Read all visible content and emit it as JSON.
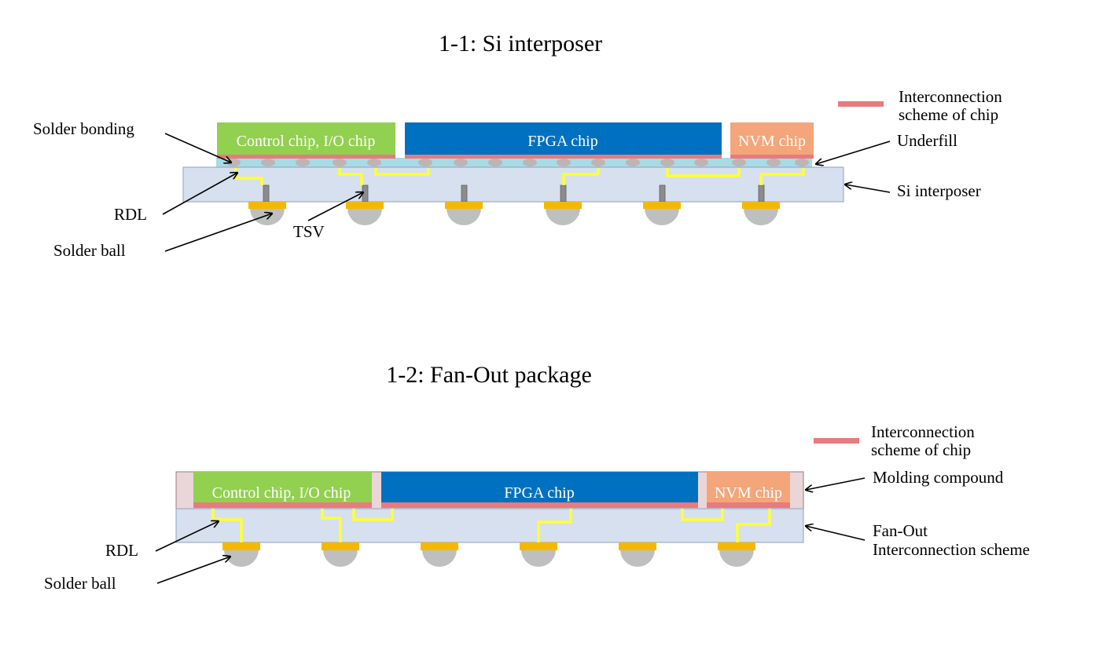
{
  "diagram1": {
    "title": "1-1: Si interposer",
    "chips": {
      "control": "Control chip, I/O chip",
      "fpga": "FPGA chip",
      "nvm": "NVM chip"
    },
    "legend": {
      "line1": "Interconnection",
      "line2": "scheme of chip"
    },
    "labels": {
      "solder_bonding": "Solder bonding",
      "underfill": "Underfill",
      "si_interposer": "Si interposer",
      "rdl": "RDL",
      "tsv": "TSV",
      "solder_ball": "Solder ball"
    }
  },
  "diagram2": {
    "title": "1-2: Fan-Out package",
    "chips": {
      "control": "Control chip, I/O chip",
      "fpga": "FPGA chip",
      "nvm": "NVM chip"
    },
    "legend": {
      "line1": "Interconnection",
      "line2": "scheme of chip"
    },
    "labels": {
      "molding_compound": "Molding compound",
      "fanout_line1": "Fan-Out",
      "fanout_line2": "Interconnection scheme",
      "rdl": "RDL",
      "solder_ball": "Solder ball"
    }
  },
  "colors": {
    "control_chip": "#92d050",
    "fpga_chip": "#0070c0",
    "nvm_chip": "#f4a57a",
    "interconnect": "#e97a7d",
    "substrate": "#d6e0ee",
    "underfill": "#a7dbe6",
    "rdl": "#ffff33",
    "pad": "#f5b800",
    "ball": "#bfbfbf",
    "molding": "#ead6d9"
  }
}
